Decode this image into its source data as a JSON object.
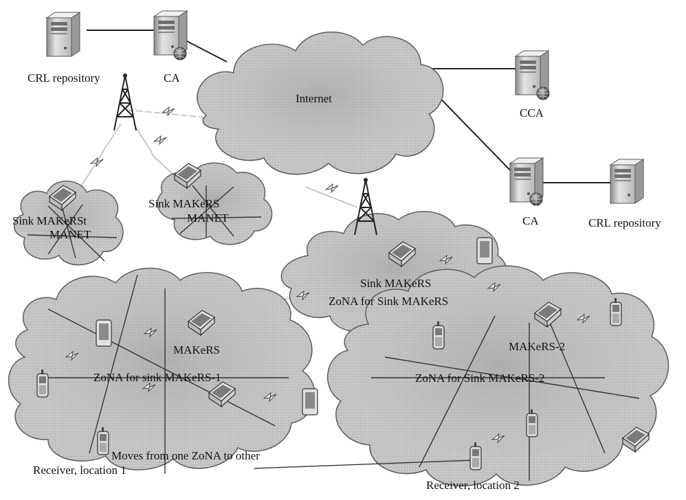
{
  "labels": {
    "crl_repository_left": "CRL repository",
    "ca_left": "CA",
    "internet": "Internet",
    "cca": "CCA",
    "ca_right": "CA",
    "crl_repository_right": "CRL repository",
    "sink_makerst": "Sink MAKeRSt",
    "manet_1": "MANET",
    "sink_makers_top": "Sink MAKeRS",
    "manet_2": "MANET",
    "sink_makers_center": "Sink MAKeRS",
    "zona_for_sink_makers": "ZoNA for Sink MAKeRS",
    "makers": "MAKeRS",
    "zona_sink_makers_1": "ZoNA for sink MAKeRS-1",
    "makers_2": "MAKeRS-2",
    "zona_sink_makers_2": "ZoNA for Sink MAKeRS-2",
    "moves": "Moves from one ZoNA to other",
    "receiver_1": "Receiver, location 1",
    "receiver_2": "Receiver, location 2"
  },
  "icons": [
    "server-icon",
    "globe-icon",
    "antenna-tower-icon",
    "laptop-icon",
    "phone-icon",
    "pda-icon",
    "cloud-icon",
    "lightning-link-icon"
  ],
  "colors": {
    "cloud_fill": "#bdbdbd",
    "cloud_dark": "#8e8e8e",
    "server_body": "#dcdcdc",
    "line": "#222222"
  }
}
